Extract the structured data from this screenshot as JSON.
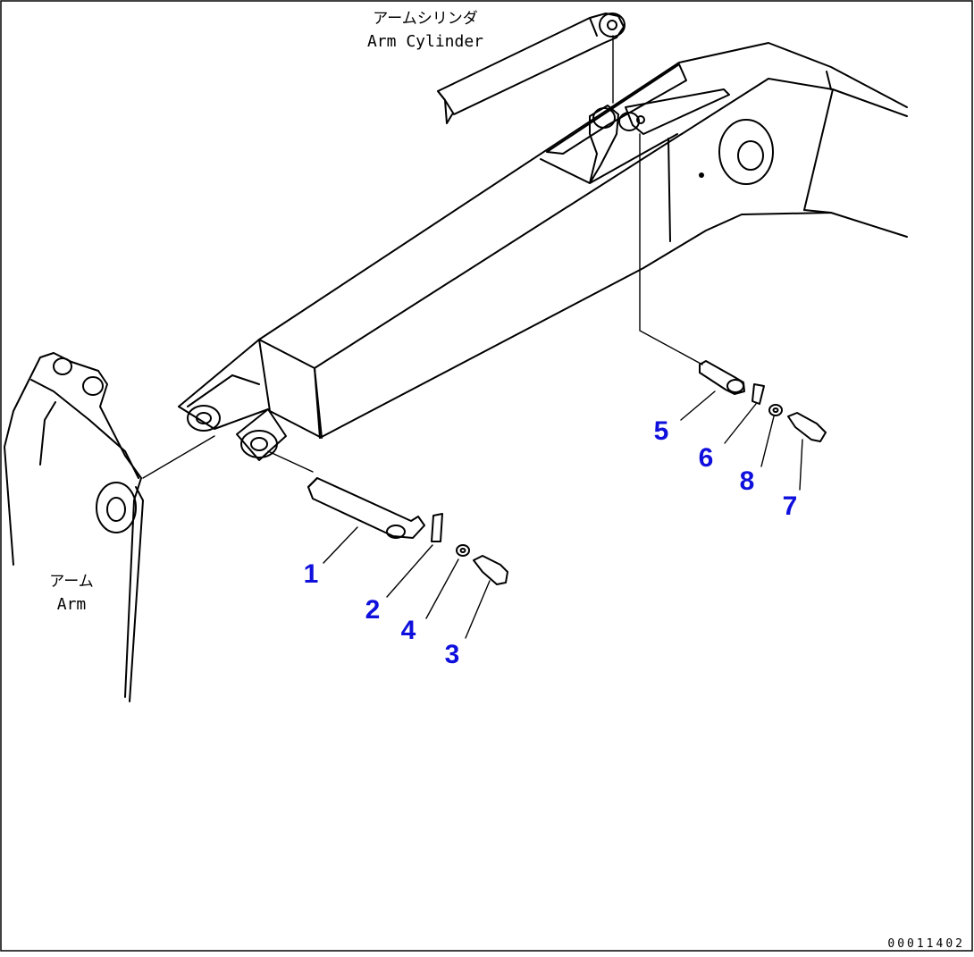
{
  "colors": {
    "line": "#000000",
    "callout": "#1010dd",
    "background": "#ffffff"
  },
  "labels": {
    "arm_cylinder_jp": "アームシリンダ",
    "arm_cylinder_en": "Arm Cylinder",
    "arm_jp": "アーム",
    "arm_en": "Arm"
  },
  "callouts": [
    {
      "id": "1",
      "text": "1"
    },
    {
      "id": "2",
      "text": "2"
    },
    {
      "id": "4",
      "text": "4"
    },
    {
      "id": "3",
      "text": "3"
    },
    {
      "id": "5",
      "text": "5"
    },
    {
      "id": "6",
      "text": "6"
    },
    {
      "id": "8",
      "text": "8"
    },
    {
      "id": "7",
      "text": "7"
    }
  ],
  "drawing_number": "00011402"
}
